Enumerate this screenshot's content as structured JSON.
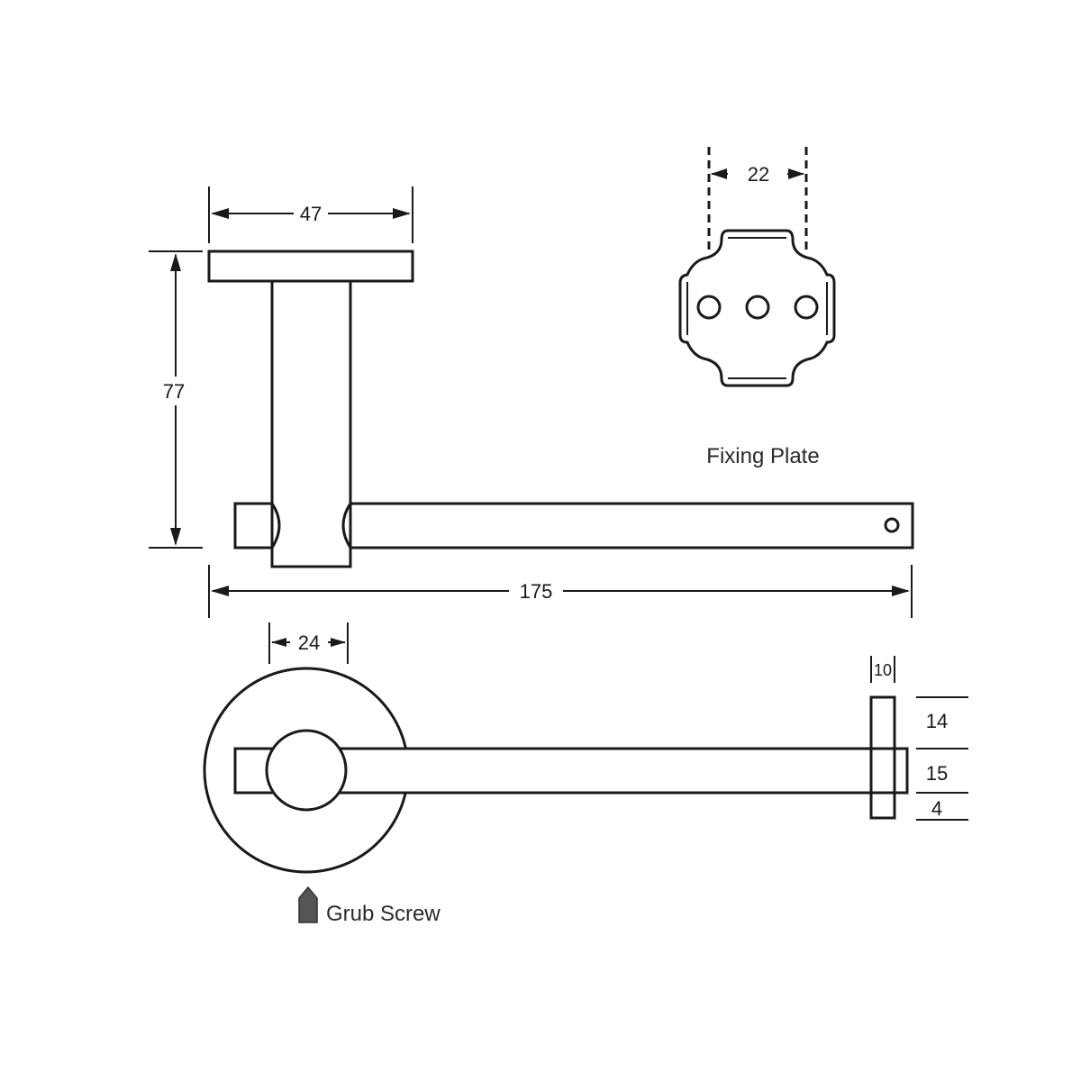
{
  "dimensions": {
    "plate_width": "47",
    "height": "77",
    "length": "175",
    "bar_width": "24",
    "fixing_plate_width": "22",
    "end_pin_width": "10",
    "end_pin_upper": "14",
    "end_bar": "15",
    "end_pin_lower": "4"
  },
  "labels": {
    "fixing_plate": "Fixing Plate",
    "grub_screw": "Grub Screw"
  },
  "colors": {
    "line": "#1a1a1a",
    "grub_screw_fill": "#555555"
  }
}
